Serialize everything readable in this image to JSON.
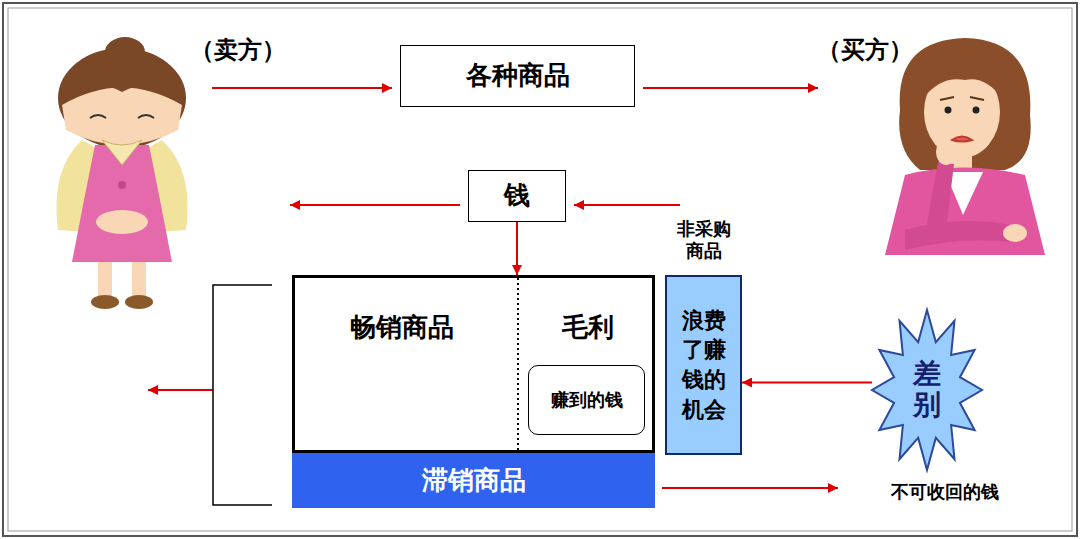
{
  "diagram": {
    "nodes": [
      {
        "text": [
          "各种商品"
        ]
      },
      {
        "text": [
          "钱"
        ]
      },
      {
        "text": [
          "畅销商品",
          "毛利"
        ]
      },
      {
        "text": [
          "赚到的钱"
        ],
        "in": 2
      },
      {
        "text": [
          "滞销商品"
        ]
      },
      {
        "text": [
          "非采购商品",
          "浪费了赚钱的机会"
        ]
      },
      {
        "text": [
          "差别"
        ]
      }
    ],
    "edges": [
      {
        "from": 1,
        "to": 2,
        "arrow": "to"
      },
      {
        "from": 6,
        "to": 5,
        "arrow": "to"
      }
    ],
    "labels": [
      "（卖方）",
      "（买方）",
      "不可收回的钱"
    ]
  }
}
